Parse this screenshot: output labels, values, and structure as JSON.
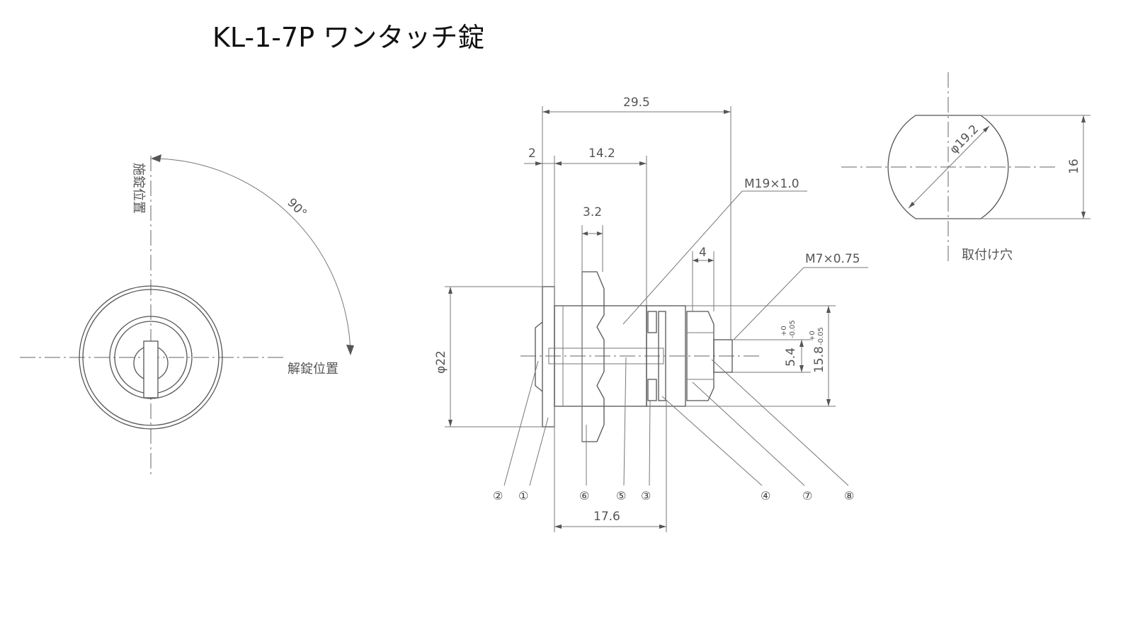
{
  "title": "KL-1-7P ワンタッチ錠",
  "front_view": {
    "lock_label": "施錠位置",
    "unlock_label": "解錠位置",
    "angle": "90°"
  },
  "side_view": {
    "dim_total": "29.5",
    "dim_flange": "2",
    "dim_body": "14.2",
    "dim_nut": "3.2",
    "dim_thread": "4",
    "dim_bottom": "17.6",
    "dim_diameter": "φ22",
    "dim_shaft": "5.4",
    "dim_shaft_tol_plus": "+0",
    "dim_shaft_tol_minus": "-0.05",
    "dim_cam": "15.8",
    "dim_cam_tol_plus": "+0",
    "dim_cam_tol_minus": "-0.05",
    "thread_main": "M19×1.0",
    "thread_small": "M7×0.75",
    "parts": [
      "②",
      "①",
      "⑥",
      "⑤",
      "③",
      "④",
      "⑦",
      "⑧"
    ]
  },
  "mount_hole": {
    "diameter": "φ19.2",
    "width": "16",
    "label": "取付け穴"
  }
}
